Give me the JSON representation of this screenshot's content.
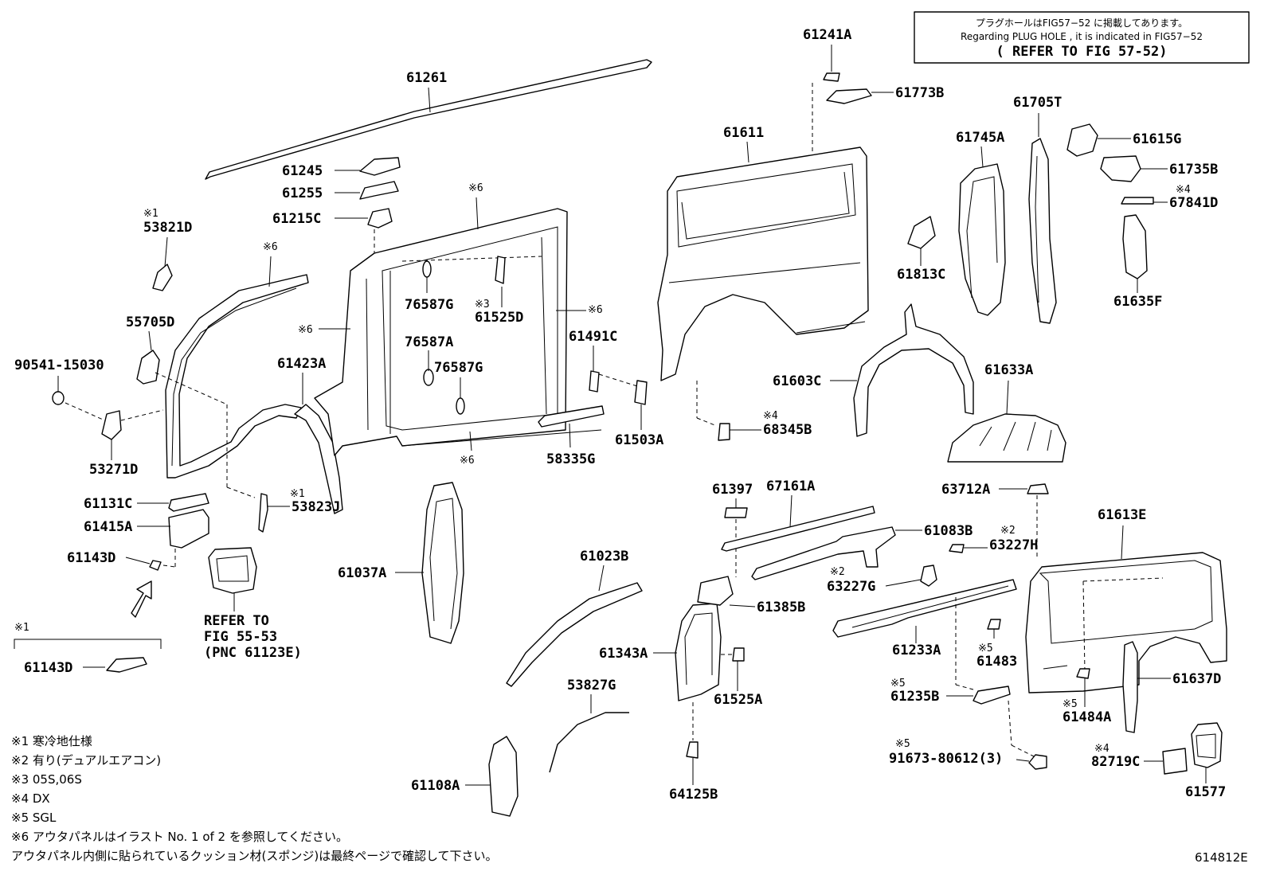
{
  "callout": {
    "line1": "プラグホールはFIG57−52 に掲載してあります。",
    "line2": "Regarding PLUG HOLE , it is indicated in FIG57−52",
    "line3": "( REFER TO FIG 57-52)"
  },
  "refer": {
    "line1": "REFER TO",
    "line2": "FIG 55-53",
    "line3": "(PNC 61123E)"
  },
  "notes": [
    "※1 寒冷地仕様",
    "※2 有り(デュアルエアコン)",
    "※3 05S,06S",
    "※4 DX",
    "※5 SGL",
    "※6 アウタパネルはイラスト No. 1 of 2 を参照してください。",
    "アウタパネル内側に貼られているクッション材(スポンジ)は最終ページで確認して下さい。"
  ],
  "figure_id": "614812E",
  "marks": {
    "m1": "※1",
    "m2": "※2",
    "m3": "※3",
    "m4": "※4",
    "m5": "※5",
    "m6": "※6"
  },
  "parts": {
    "p61261": "61261",
    "p61245": "61245",
    "p61255": "61255",
    "p61215C": "61215C",
    "p53821D": "53821D",
    "p55705D": "55705D",
    "p90541": "90541-15030",
    "p53271D": "53271D",
    "p61423A": "61423A",
    "p76587G_a": "76587G",
    "p61525D": "61525D",
    "p76587A": "76587A",
    "p76587G_b": "76587G",
    "p61491C": "61491C",
    "p61503A": "61503A",
    "p58335G": "58335G",
    "p61131C": "61131C",
    "p61415A": "61415A",
    "p61143D_a": "61143D",
    "p53823J": "53823J",
    "p61143D_b": "61143D",
    "p61037A": "61037A",
    "p61023B": "61023B",
    "p61343A": "61343A",
    "p61525A": "61525A",
    "p53827G": "53827G",
    "p61108A": "61108A",
    "p64125B": "64125B",
    "p61241A": "61241A",
    "p61773B": "61773B",
    "p61611": "61611",
    "p61745A": "61745A",
    "p61705T": "61705T",
    "p61615G": "61615G",
    "p61735B": "61735B",
    "p67841D": "67841D",
    "p61813C": "61813C",
    "p61635F": "61635F",
    "p61603C": "61603C",
    "p61633A": "61633A",
    "p68345B": "68345B",
    "p61397": "61397",
    "p67161A": "67161A",
    "p61083B": "61083B",
    "p63227H": "63227H",
    "p63712A": "63712A",
    "p61613E": "61613E",
    "p63227G": "63227G",
    "p61385B": "61385B",
    "p61233A": "61233A",
    "p61483": "61483",
    "p61235B": "61235B",
    "p61484A": "61484A",
    "p61637D": "61637D",
    "p91673": "91673-80612(3)",
    "p82719C": "82719C",
    "p61577": "61577"
  }
}
